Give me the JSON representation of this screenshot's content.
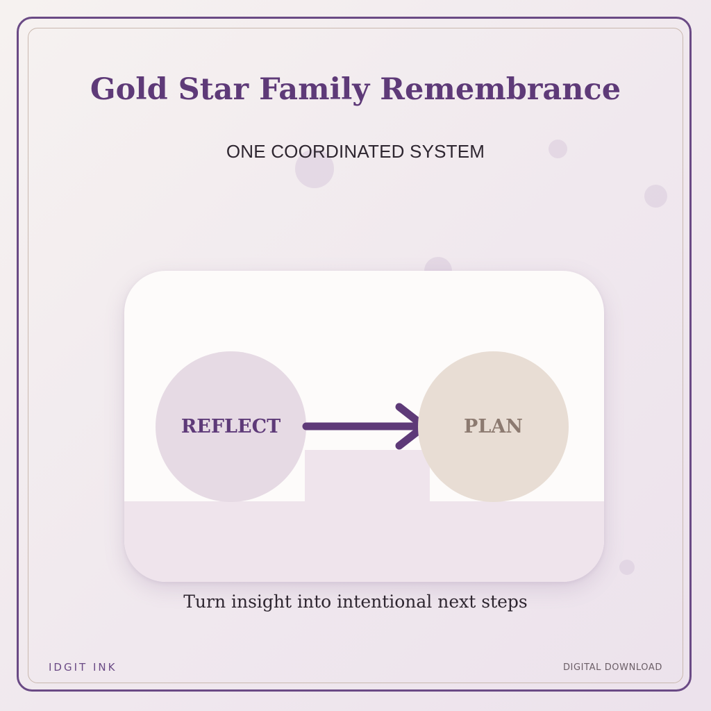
{
  "header": {
    "title": "Gold Star Family Remembrance",
    "subtitle": "ONE COORDINATED SYSTEM"
  },
  "diagram": {
    "steps": [
      {
        "label": "REFLECT",
        "color": "#e6dae4",
        "text_color": "#5e3a78"
      },
      {
        "label": "PLAN",
        "color": "#e8ddd4",
        "text_color": "#8c7a70"
      }
    ],
    "arrow_icon": "arrow-right-icon",
    "arrow_color": "#5e3a78"
  },
  "tagline": "Turn insight into intentional next steps",
  "footer": {
    "brand": "IDGIT INK",
    "label": "DIGITAL DOWNLOAD"
  },
  "colors": {
    "accent": "#5e3a78",
    "frame": "#6a4a85",
    "background": "#f2eaee"
  }
}
